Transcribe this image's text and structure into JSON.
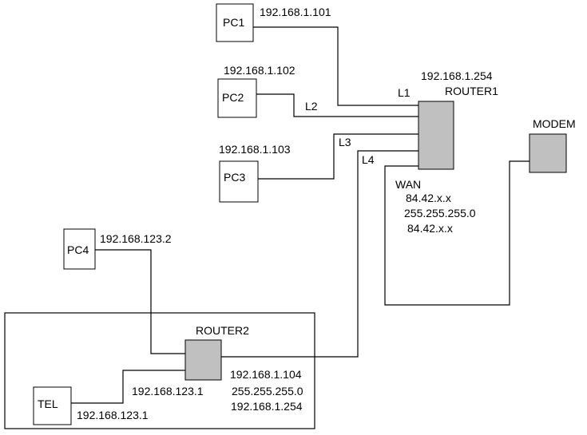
{
  "diagram": {
    "type": "network-topology",
    "nodes": {
      "pc1": {
        "label": "PC1",
        "ip": "192.168.1.101"
      },
      "pc2": {
        "label": "PC2",
        "ip": "192.168.1.102"
      },
      "pc3": {
        "label": "PC3",
        "ip": "192.168.1.103"
      },
      "pc4": {
        "label": "PC4",
        "ip": "192.168.123.2"
      },
      "router1": {
        "label": "ROUTER1",
        "ip": "192.168.1.254",
        "wan_label": "WAN",
        "wan_ip": "84.42.x.x",
        "wan_mask": "255.255.255.0",
        "wan_gateway": "84.42.x.x"
      },
      "modem": {
        "label": "MODEM"
      },
      "router2": {
        "label": "ROUTER2",
        "lan_ip": "192.168.123.1",
        "wan_ip": "192.168.1.104",
        "wan_mask": "255.255.255.0",
        "wan_gateway": "192.168.1.254"
      },
      "tel": {
        "label": "TEL",
        "ip": "192.168.123.1"
      }
    },
    "links": {
      "l1": "L1",
      "l2": "L2",
      "l3": "L3",
      "l4": "L4"
    },
    "colors": {
      "device_fill": "#c0c0c0",
      "pc_fill": "#ffffff",
      "line": "#000000"
    }
  }
}
